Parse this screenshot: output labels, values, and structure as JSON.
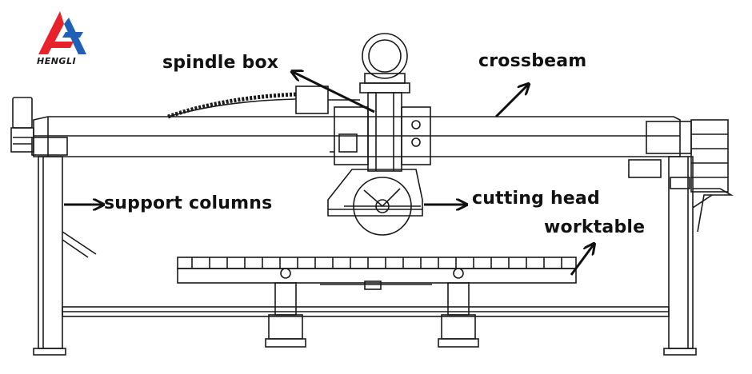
{
  "brand": {
    "name": "HENGLI",
    "colors": {
      "red": "#e8222a",
      "blue": "#1f5fb5"
    }
  },
  "labels": {
    "spindle_box": "spindle box",
    "crossbeam": "crossbeam",
    "support_columns": "support columns",
    "cutting_head": "cutting head",
    "worktable": "worktable"
  },
  "colors": {
    "line": "#1a1a1a",
    "background": "#ffffff"
  }
}
